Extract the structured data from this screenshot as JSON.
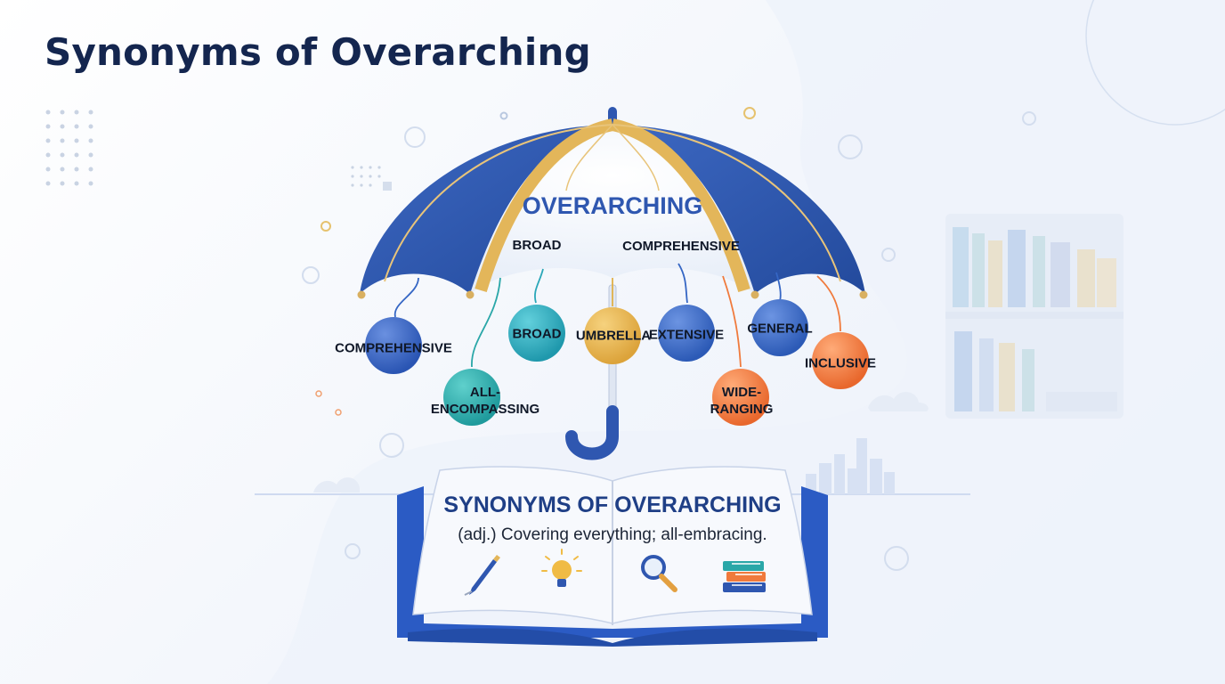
{
  "title": "Synonyms of Overarching",
  "umbrella": {
    "center_label": "OVERARCHING",
    "canopy_labels": [
      "BROAD",
      "COMPREHENSIVE"
    ]
  },
  "synonym_balls": [
    {
      "label": "COMPREHENSIVE",
      "color": "#2f5fbf"
    },
    {
      "label": "ALL-\nENCOMPASSING",
      "color": "#2aa7a8"
    },
    {
      "label": "BROAD",
      "color": "#2aa7b8"
    },
    {
      "label": "UMBRELLA",
      "color": "#e8b448"
    },
    {
      "label": "EXTENSIVE",
      "color": "#3566c4"
    },
    {
      "label": "GENERAL",
      "color": "#3566c4"
    },
    {
      "label": "WIDE-\nRANGING",
      "color": "#f07a3c"
    },
    {
      "label": "INCLUSIVE",
      "color": "#f07a3c"
    }
  ],
  "book": {
    "heading": "SYNONYMS OF OVERARCHING",
    "definition": "(adj.) Covering everything; all-embracing.",
    "icons": [
      "pen-icon",
      "lightbulb-icon",
      "magnifier-icon",
      "books-icon"
    ]
  },
  "colors": {
    "title": "#14264f",
    "umbrella_blue": "#2f57b0",
    "umbrella_gold": "#e3b65a",
    "book_blue": "#2b5bc4"
  }
}
